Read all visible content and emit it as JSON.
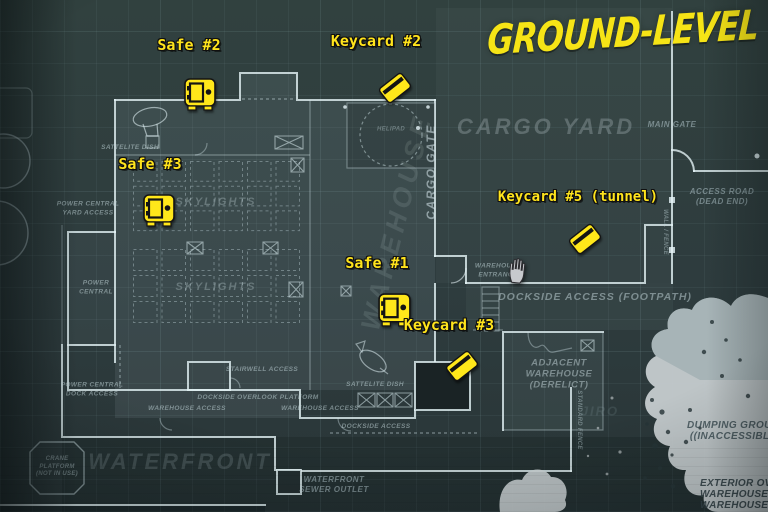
{
  "title": {
    "text": "GROUND-LEVEL"
  },
  "colors": {
    "accent": "#ffe41c",
    "background": "#2e3c3e",
    "linework": "#dce8ea"
  },
  "markers": {
    "safe1": {
      "label": "Safe #1"
    },
    "safe2": {
      "label": "Safe #2"
    },
    "safe3": {
      "label": "Safe #3"
    },
    "keycard2": {
      "label": "Keycard #2"
    },
    "keycard3": {
      "label": "Keycard #3"
    },
    "keycard5": {
      "label": "Keycard #5 (tunnel)"
    }
  },
  "zones": {
    "cargo_yard": "CARGO YARD",
    "cargo_gate": "CARGO GATE",
    "main_gate": "MAIN GATE",
    "access_road_1": "ACCESS ROAD",
    "access_road_2": "(DEAD END)",
    "wall_fence": "WALL / FENCE",
    "warehouse_big": "WAREHOUSE",
    "helipad": "HELIPAD",
    "sattelite_dish_1": "SATTELITE DISH",
    "sattelite_dish_2": "SATTELITE DISH",
    "skylights_1": "SKYLIGHTS",
    "skylights_2": "SKYLIGHTS",
    "power_central_yard_1": "POWER CENTRAL",
    "power_central_yard_2": "YARD ACCESS",
    "power_central_1": "POWER",
    "power_central_2": "CENTRAL",
    "warehouse_entrance_1": "WAREHOUSE",
    "warehouse_entrance_2": "ENTRANCE",
    "dockside_footpath": "DOCKSIDE ACCESS (FOOTPATH)",
    "adjacent_warehouse_1": "ADJACENT",
    "adjacent_warehouse_2": "WAREHOUSE",
    "adjacent_warehouse_3": "(DERELICT)",
    "stairwell_access": "STAIRWELL ACCESS",
    "power_central_dock_1": "POWER CENTRAL",
    "power_central_dock_2": "DOCK ACCESS",
    "dockside_overlook": "DOCKSIDE OVERLOOK PLATFORM",
    "warehouse_access_1": "WAREHOUSE ACCESS",
    "warehouse_access_2": "WAREHOUSE ACCESS",
    "dockside_access": "DOCKSIDE ACCESS",
    "standard_fence": "STANDARD FENCE",
    "waterfront": "WATERFRONT",
    "waterfront_sewer_1": "WATERFRONT",
    "waterfront_sewer_2": "SEWER OUTLET",
    "crane_platform_1": "CRANE",
    "crane_platform_2": "PLATFORM",
    "crane_platform_3": "(NOT IN USE)",
    "dumping_ground_1": "DUMPING GROUND",
    "dumping_ground_2": "((INACCESSIBLE))"
  },
  "legend": {
    "line1": "EXTERIOR OVERVIEW",
    "line2": "WAREHOUSE FLOOR",
    "line3": "WAREHOUSE TOP"
  },
  "watermark": "JIRO"
}
